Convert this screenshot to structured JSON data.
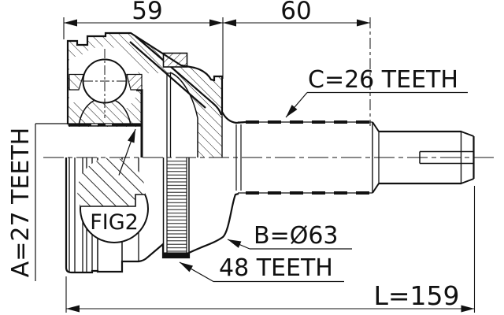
{
  "drawing": {
    "type": "technical-drawing",
    "subject": "CV joint outer (drive shaft) half-section",
    "labels": {
      "dim_59": "59",
      "dim_60": "60",
      "outboard_spline": "C=26 TEETH",
      "inboard_spline": "A=27 TEETH",
      "outer_diameter": "B=Ø63",
      "abs_ring": "48 TEETH",
      "detail_figure": "FIG2",
      "overall_length": "L=159"
    },
    "colors": {
      "ink": "#111111",
      "paper": "#ffffff"
    }
  }
}
